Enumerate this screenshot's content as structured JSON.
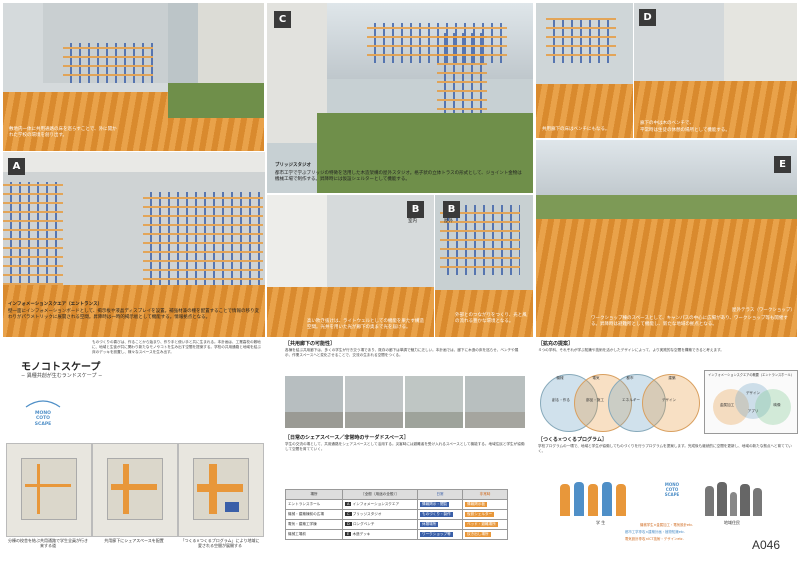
{
  "labels": {
    "a": "A",
    "b1": "B",
    "b2": "B",
    "c": "C",
    "d": "D",
    "e": "E"
  },
  "captions": {
    "top_left": "敷地内一体に共用通路の床を巡らすことで、外に開かれた学校の環境を創り出す。",
    "c_title": "ブリッジスタジオ",
    "c_text": "都市工学で学ぶブリッジの特徴を活用した木造架構の屋外スタジオ。格子状の立体トラスの形式として、ジョイント金物は機械工場で制作する。昇降時には仮設シェルターとして機能する。",
    "a_title": "インフォメーションスクエア（エントランス）",
    "a_text": "壁一面にインフォメーションボードとして、掲示板や液晶ディスプレイを設置。補強材兼の棚を配置することで情報の移り変わりがパラメトリックに展開される空間。昇降時は一時的掲示板として機能する。情報拠点となる。",
    "b1_tag": "室内",
    "b2_tag": "屋外",
    "b1_text": "高い吹き抜けは、ライトウェルとしての機能を果たす構造空間。光井を用いた光が廊下の奥まで光を届ける。",
    "b2_text": "外部とのつながりをつくり、光と風の流れる豊かな環境となる。",
    "d_text_1": "廊下の中は木のベンチで、",
    "d_text_2": "平常時は生徒の休憩の場所として機能する。",
    "e_text": "ワークショップ棟のスペースとして、キャンパスの中心に広場があり、ワークショップ等も開催する。昇降時は避難所として機能し、新たな地域の拠点となる。",
    "d_left_caption": "共用廊下の床はベンチにもなる。",
    "e_tag": "屋外テラス（ワークショップ）"
  },
  "title": {
    "main": "モノコトスケープ",
    "sub": "− 異種共創が生むランドスケープ −",
    "logo_line1": "MONO",
    "logo_line2": "COTO",
    "logo_line3": "SCAPE"
  },
  "intro_text": "ものづくりの喜びは、作ることから始まり、作り手と使い手と共に生まれる。本計画は、工業高校の敷地に、地域と生徒が共に関わり新たなモノやコトを生み出す空間を提案する。学校の共用通路と地域を結ぶ床のデッキを設置し、様々なスペースを生み出す。",
  "section1": {
    "title": "［共用廊下の可能性］",
    "text": "各棟を結ぶ共用廊下は、多くの学生が行き交う場であり、既存の廊下は単調で魅力に乏しい。本計画では、廊下に木造の床を巡らせ、ベンチや展示、作業スペースへと変化させることで、交流の生まれる空間をつくる。"
  },
  "section2": {
    "title": "［日常のシェアスペース／非常時のサーダドスペース］",
    "text": "学生の交流の場として、共用通路をシェアスペースとして活用する。災害時には避難者を受け入れるスペースとして機能する。地域住民と学生が協働して空間を育てていく。"
  },
  "section3": {
    "title": "［拡充の提案］",
    "text": "４つの学科、それぞれが学ぶ知識や技術を活かしたデザインによって、より実践的な空間を構築できると考えます。"
  },
  "section4": {
    "title": "［つくる×つくるプログラム］",
    "text": "学校プログラムの一環で、地域と学生が協働してものづくりを行うプログラムを提案します。完成後も継続的に空間を更新し、地域の新たな拠点へと育てていく。"
  },
  "maps": [
    {
      "caption": "分棟の校舎を結ぶ共用通路で学生全員が行き来する道"
    },
    {
      "caption": "共用廊下にシェアスペースを配置"
    },
    {
      "caption": "「つくる×つくるプログラム」により地域に愛される空間が展開する"
    }
  ],
  "program_table": {
    "headers": [
      "場所",
      "［全般（用途の全般）］",
      "日常",
      "非常時"
    ],
    "rows": [
      {
        "place": "エントランスホール",
        "letter": "A",
        "use": "インフォメーションスクエア",
        "daily": "情報掲示・閲覧",
        "emergency": "情報掲示板"
      },
      {
        "place": "機械・建築棟前の広場",
        "letter": "C",
        "use": "ブリッジスタジオ",
        "daily": "ものづくり・製作",
        "emergency": "仮設シェルター"
      },
      {
        "place": "電気・建築工学棟",
        "letter": "D",
        "use": "ロングベンチ",
        "daily": "休憩場所",
        "emergency": "ベッド・避難場所"
      },
      {
        "place": "機械工場前",
        "letter": "E",
        "use": "木造デッキ",
        "daily": "ワークショップ等",
        "emergency": "炊き出し場所"
      }
    ]
  },
  "venn": {
    "labels": [
      "機械",
      "電気",
      "都市",
      "建築"
    ],
    "centers": [
      "創る・作る",
      "部品・施工",
      "エネルギー",
      "デザイン"
    ]
  },
  "venn2": {
    "title": "インフォメーションスクエアの概要（エントランスホール）",
    "items": [
      "金属加工",
      "デザイン",
      "アプリ",
      "映像"
    ]
  },
  "people_labels": {
    "student": "学 生",
    "local": "地域住民"
  },
  "people_captions": [
    "機械学生×金属加工・電気設計etc.",
    "都市工学専攻×建築計画・植物知識etc.",
    "電気設計専攻×ICT技術・デザインetc."
  ],
  "code": "A046",
  "colors": {
    "orange": "#e8973a",
    "blue": "#3a5fa8",
    "dark_label": "#3a3a3a",
    "teal_logo": "#4f8fc7"
  }
}
